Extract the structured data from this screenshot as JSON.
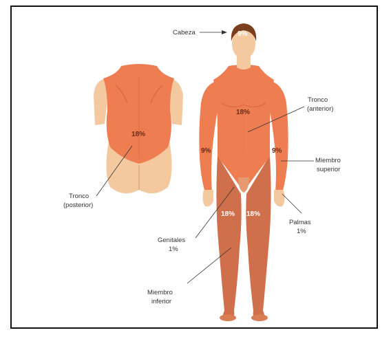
{
  "labels": {
    "cabeza": "Cabeza",
    "tronco_anterior_1": "Tronco",
    "tronco_anterior_2": "(anterior)",
    "miembro_superior_1": "Miembro",
    "miembro_superior_2": "superior",
    "palmas_1": "Palmas",
    "palmas_2": "1%",
    "genitales_1": "Genitales",
    "genitales_2": "1%",
    "miembro_inferior_1": "Miembro",
    "miembro_inferior_2": "inferior",
    "tronco_posterior_1": "Tronco",
    "tronco_posterior_2": "(posterior)"
  },
  "percentages": {
    "head": "9%",
    "trunk_anterior": "18%",
    "arm_left": "9%",
    "arm_right": "9%",
    "leg_left": "18%",
    "leg_right": "18%",
    "trunk_posterior": "18%"
  },
  "colors": {
    "skin": "#f4c9a0",
    "skin_shadow": "#e6ab7e",
    "highlight": "#ef7d52",
    "highlight_dark": "#d96a42",
    "leg_shade": "#cf6f4c",
    "hair": "#7a3f1e",
    "frame": "#111111"
  }
}
